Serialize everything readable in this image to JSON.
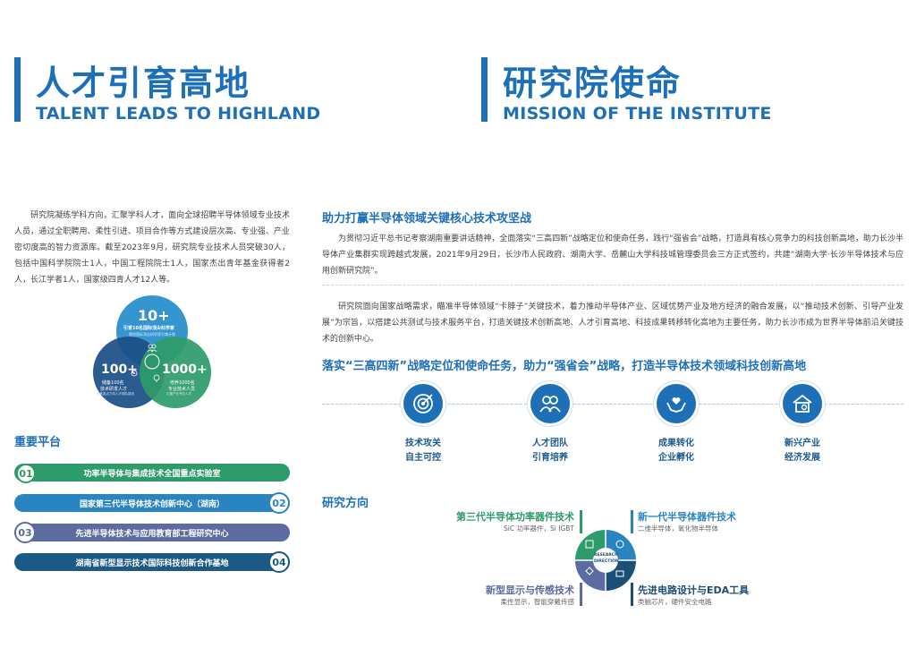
{
  "left": {
    "title_cn": "人才引育高地",
    "title_en": "TALENT LEADS TO HIGHLAND",
    "intro": "研究院凝练学科方向，汇聚学科人才，面向全球招聘半导体领域专业技术人员，通过全职聘用、柔性引进、项目合作等方式建设层次高、专业强、产业密切度高的智力资源库。截至2023年9月，研究院专业技术人员突破30人，包括中国科学院院士1人，中国工程院院士1人，国家杰出青年基金获得者2人，长江学者1人，国家级四青人才12人等。",
    "venn": {
      "top": {
        "num": "10+",
        "text1": "引育10名国际顶尖科学家",
        "text2": "围绕国际顶尖科学家引育计划"
      },
      "left": {
        "num": "100+",
        "text1": "储备100名",
        "text2": "技术研发人才",
        "text3": "聚焦重点方向人才梯队建设"
      },
      "right": {
        "num": "1000+",
        "text1": "培养1000名",
        "text2": "专业技术人员",
        "text3": "汇聚产业专业人才"
      }
    },
    "platform_title": "重要平台",
    "platforms": [
      {
        "num": "01",
        "label": "功率半导体与集成技术全国重点实验室",
        "color": "#2e9b6a"
      },
      {
        "num": "02",
        "label": "国家第三代半导体技术创新中心（湖南）",
        "color": "#2a84c0"
      },
      {
        "num": "03",
        "label": "先进半导体技术与应用教育部工程研究中心",
        "color": "#5c6ba0"
      },
      {
        "num": "04",
        "label": "湖南省新型显示技术国际科技创新合作基地",
        "color": "#1c5a86"
      }
    ]
  },
  "right": {
    "title_cn": "研究院使命",
    "title_en": "MISSION OF THE INSTITUTE",
    "s1_title": "助力打赢半导体领域关键核心技术攻坚战",
    "s1_p1": "为贯彻习近平总书记考察湖南重要讲话精神，全面落实“三高四新”战略定位和使命任务，践行“强省会”战略，打造具有核心竞争力的科技创新高地，助力长沙半导体产业集群实现跨越式发展，2021年9月29日，长沙市人民政府、湖南大学、岳麓山大学科技城管理委员会三方正式签约，共建“湖南大学·长沙半导体技术与应用创新研究院”。",
    "s1_p2": "研究院面向国家战略需求，瞄准半导体领域“卡脖子”关键技术，着力推动半导体产业、区域优势产业及地方经济的融合发展，以“推动技术创新、引导产业发展”为宗旨，以搭建公共测试与技术服务平台，打造关键技术创新高地、人才引育高地、科技成果转移转化高地为主要任务，助力长沙市成为世界半导体前沿关键技术的创新中心。",
    "s2_title": "落实“三高四新”战略定位和使命任务，助力“强省会”战略，打造半导体技术领域科技创新高地",
    "missions": [
      {
        "icon": "target-icon",
        "l1": "技术攻关",
        "l2": "自主可控"
      },
      {
        "icon": "team-icon",
        "l1": "人才团队",
        "l2": "引育培养"
      },
      {
        "icon": "hands-heart-icon",
        "l1": "成果转化",
        "l2": "企业孵化"
      },
      {
        "icon": "factory-icon",
        "l1": "新兴产业",
        "l2": "经济发展"
      }
    ],
    "research_title": "研究方向",
    "research_center": [
      "RESEARCH",
      "DIRECTION"
    ],
    "research": [
      {
        "title": "第三代半导体功率器件技术",
        "sub": "SiC 功率器件，Si IGBT",
        "color": "#2e9b6a"
      },
      {
        "title": "新一代半导体器件技术",
        "sub": "二维半导体，氧化物半导体",
        "color": "#2a84c0"
      },
      {
        "title": "新型显示与传感技术",
        "sub": "柔性显示，智能穿戴传感",
        "color": "#5c6ba0"
      },
      {
        "title": "先进电路设计与EDA工具",
        "sub": "类脑芯片，硬件安全电路",
        "color": "#1c4f78"
      }
    ]
  }
}
